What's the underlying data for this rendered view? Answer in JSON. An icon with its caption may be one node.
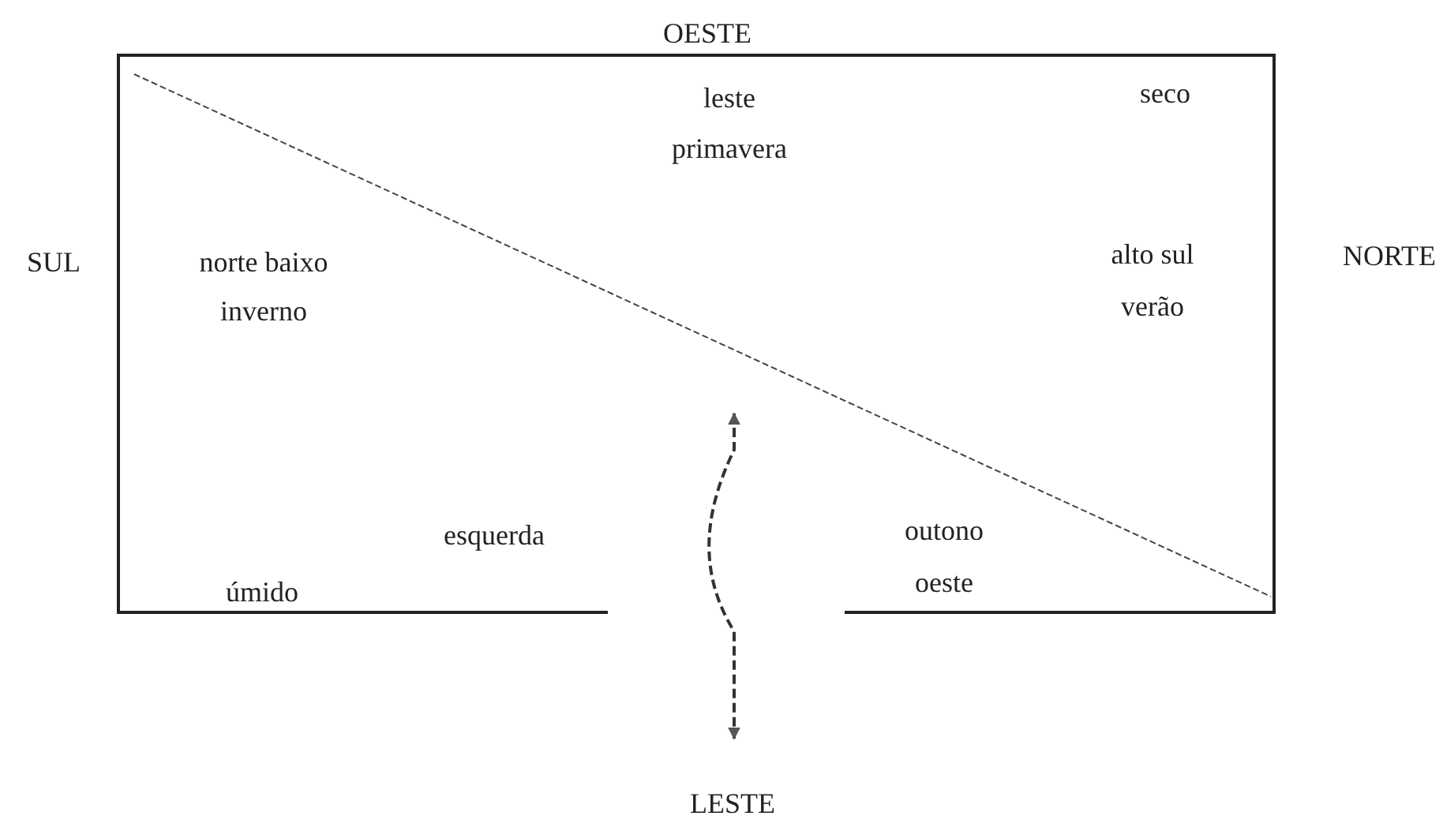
{
  "diagram": {
    "labels": [
      "OESTE",
      "leste",
      "primavera",
      "seco",
      "SUL",
      "norte baixo",
      "inverno",
      "alto sul",
      "NORTE",
      "verão",
      "esquerda",
      "outono",
      "úmido",
      "oeste",
      "LESTE"
    ]
  }
}
